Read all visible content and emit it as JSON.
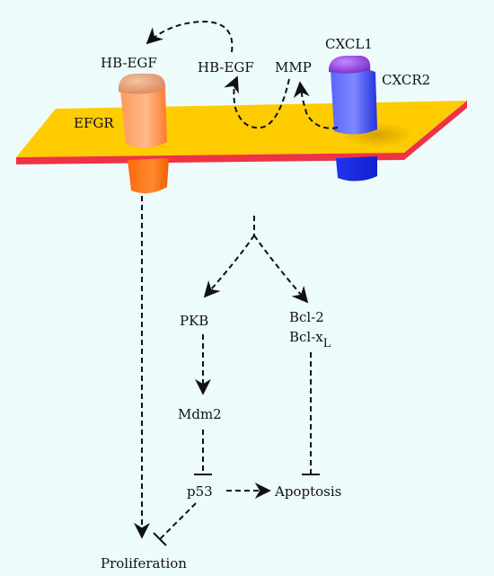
{
  "labels": {
    "hb_egf_left": "HB-EGF",
    "hb_egf_mid": "HB-EGF",
    "mmp": "MMP",
    "cxcl1": "CXCL1",
    "cxcr2": "CXCR2",
    "egfr": "EFGR",
    "pkb": "PKB",
    "bcl2": "Bcl-2",
    "bclxl_main": "Bcl-x",
    "bclxl_sub": "L",
    "mdm2": "Mdm2",
    "p53": "p53",
    "apoptosis": "Apoptosis",
    "proliferation": "Proliferation"
  },
  "colors": {
    "background": "#eefcfc",
    "membrane_top": "#ffcc00",
    "membrane_edge": "#ee3344",
    "egfr": "#ff8a40",
    "egfr_ligand": "#f0a070",
    "cxcr2": "#3344ee",
    "cxcl1": "#9944dd"
  }
}
